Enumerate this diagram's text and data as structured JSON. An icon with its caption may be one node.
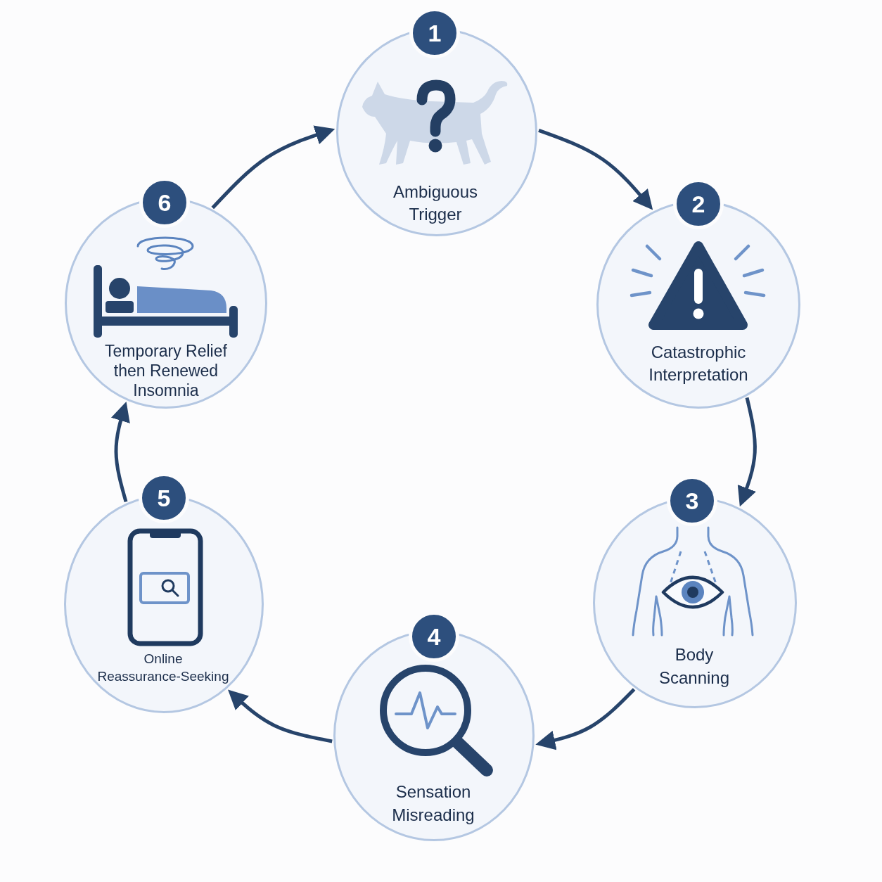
{
  "diagram": {
    "nodes": [
      {
        "text": [
          "1"
        ]
      },
      {
        "text": [
          "Ambiguous Trigger"
        ]
      },
      {
        "text": [
          "2"
        ]
      },
      {
        "text": [
          "Catastrophic Interpretation"
        ]
      },
      {
        "text": [
          "3"
        ]
      },
      {
        "text": [
          "Body Scanning"
        ]
      },
      {
        "text": [
          "4"
        ]
      },
      {
        "text": [
          "Sensation Misreading"
        ]
      },
      {
        "text": [
          "5"
        ]
      },
      {
        "text": [
          "Online Reassurance-Seeking"
        ]
      },
      {
        "text": [
          "6"
        ]
      },
      {
        "text": [
          "Temporary Relief then Renewed Insomnia"
        ]
      }
    ],
    "edges": [
      {
        "from": 1,
        "to": 3,
        "arrow": "to"
      },
      {
        "from": 3,
        "to": 5,
        "arrow": "to"
      },
      {
        "from": 5,
        "to": 7,
        "arrow": "to"
      },
      {
        "from": 7,
        "to": 9,
        "arrow": "to"
      },
      {
        "from": 9,
        "to": 11,
        "arrow": "to"
      },
      {
        "from": 11,
        "to": 1,
        "arrow": "to"
      }
    ]
  }
}
